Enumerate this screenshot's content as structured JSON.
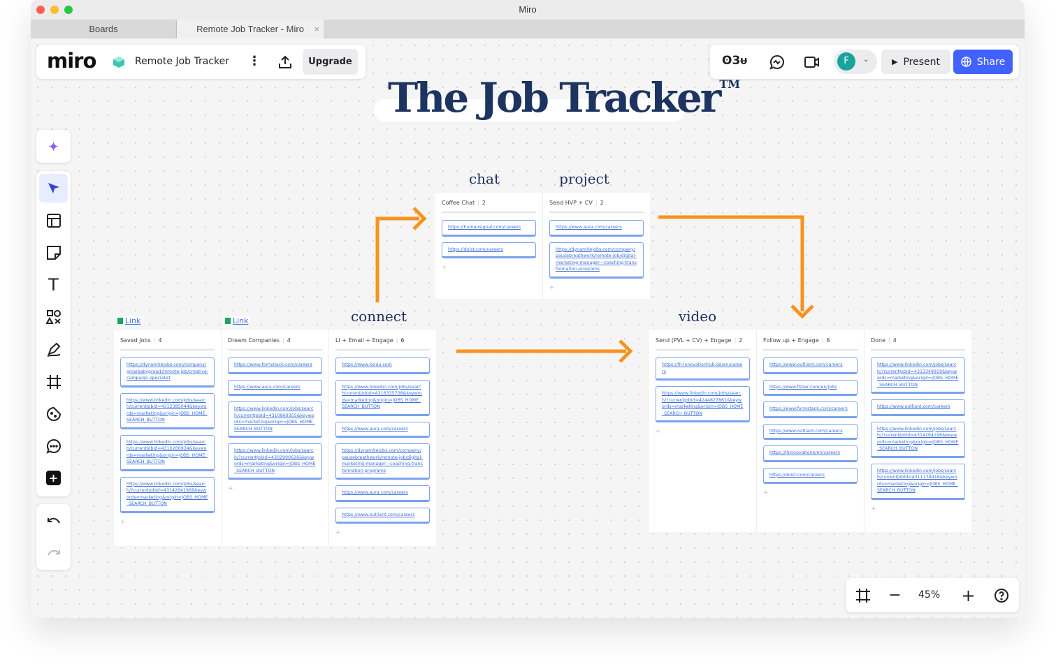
{
  "window": {
    "title": "Miro",
    "tabs": [
      {
        "label": "Boards"
      },
      {
        "label": "Remote Job Tracker - Miro"
      }
    ],
    "tab_close": "×"
  },
  "header": {
    "logo": "miro",
    "board_name": "Remote Job Tracker",
    "more": "⋮",
    "upgrade": "Upgrade"
  },
  "top_right": {
    "reactions": "ʘ3ᵾ",
    "avatar": "F",
    "present": "Present",
    "share": "Share",
    "accent": "#4262ff"
  },
  "title": {
    "text": "The Job Tracker",
    "tm": "TM"
  },
  "stage_labels": {
    "chat": "chat",
    "project": "project",
    "connect": "connect",
    "video": "video"
  },
  "links": [
    {
      "label": "Link"
    },
    {
      "label": "Link"
    }
  ],
  "boards": [
    {
      "columns": [
        {
          "name": "Saved Jobs",
          "count": "4",
          "cards": [
            "https://dynamitejobs.com/company/growbabygrow1/remote-job/creative-campaign-specialist",
            "https://www.linkedin.com/jobs/search/currentJobId=4312385044&keywords=marketing&origin=JOBS_HOME_SEARCH_BUTTON",
            "https://www.linkedin.com/jobs/search/currentJobId=4310266934&keywords=marketing&origin=JOBS_HOME_SEARCH_BUTTON",
            "https://www.linkedin.com/jobs/search/?currentJobId=4314264196&keywords=marketing&origin=JOBS_HOME_SEARCH_BUTTON"
          ]
        },
        {
          "name": "Dream Companies",
          "count": "4",
          "cards": [
            "https://www.formstack.com/careers",
            "https://www.aura.com/careers",
            "https://www.linkedin.com/jobs/search/currentJobId=4310869355&keywords=marketing&origin=JOBS_HOME_SEARCH_BUTTON",
            "https://www.linkedin.com/jobs/search/?currentJobId=4302990626&keywords=marketing&origin=JOBS_HOME_SEARCH_BUTTON"
          ]
        },
        {
          "name": "LI + Email + Engage",
          "count": "6",
          "cards": [
            "https://www.kolau.com",
            "https://www.linkedin.com/jobs/searchcurrentJobId=4316335708&keywords=marketing&origin=JOBS_HOME_SEARCH_BUTTON",
            "https://www.aura.com/careers",
            "https://dynamitejobs.com/company/pausebreathwork/remote-job/digital-marketing-manager---coaching-transformation-programs",
            "https://www.aura.com/careers",
            "https://www.outliant.com/careers"
          ]
        }
      ]
    },
    {
      "columns": [
        {
          "name": "Coffee Chat",
          "count": "2",
          "cards": [
            "https://humansignal.com/careers",
            "https://doist.com/careers"
          ]
        },
        {
          "name": "Send HVP + CV",
          "count": "2",
          "cards": [
            "https://www.aura.com/careers",
            "https://dynamitejobs.com/company/pausebreathwork/remote-job/digital-marketing-manager---coaching-transformation-programs"
          ]
        }
      ]
    },
    {
      "columns": [
        {
          "name": "Send (PVL + CV) + Engage",
          "count": "2",
          "cards": [
            "https://lh-innovationhub.de/en/careers",
            "https://www.linkedin.com/jobs/search/?currentJobId=4244827861&keywords=marketing&origin=JOBS_HOME_SEARCH_BUTTON"
          ]
        },
        {
          "name": "Follow up + Engage",
          "count": "6",
          "cards": [
            "https://www.outliant.com/careers",
            "https://www.fizzer.com/en/jobs",
            "https://www.formstack.com/careers",
            "https://www.outliant.com/careers",
            "https://lhinnovatione/en/careers",
            "https://doist.com/careers"
          ]
        },
        {
          "name": "Done",
          "count": "4",
          "cards": [
            "https://www.linkedin.com/jobs/search/?currentJobId=4313349919&keywords=marketing&origin=JOBS_HOME_SEARCH_BUTTON",
            "https://www.outliant.com/careers",
            "https://www.linkedin.com/jobs/search/?currentJobId=4314264196&keywords=marketing&origin=JOBS_HOME_SEARCH_BUTTON",
            "https://www.linkedin.com/jobs/search/currentJobId=4311178416&keywords=marketing&origin=JOBS_HOME_SEARCH_BUTTON"
          ]
        }
      ]
    }
  ],
  "zoom": {
    "level": "45%"
  },
  "colors": {
    "arrow": "#f7931e",
    "title": "#1d3461",
    "card_link": "#3a6fe0"
  }
}
